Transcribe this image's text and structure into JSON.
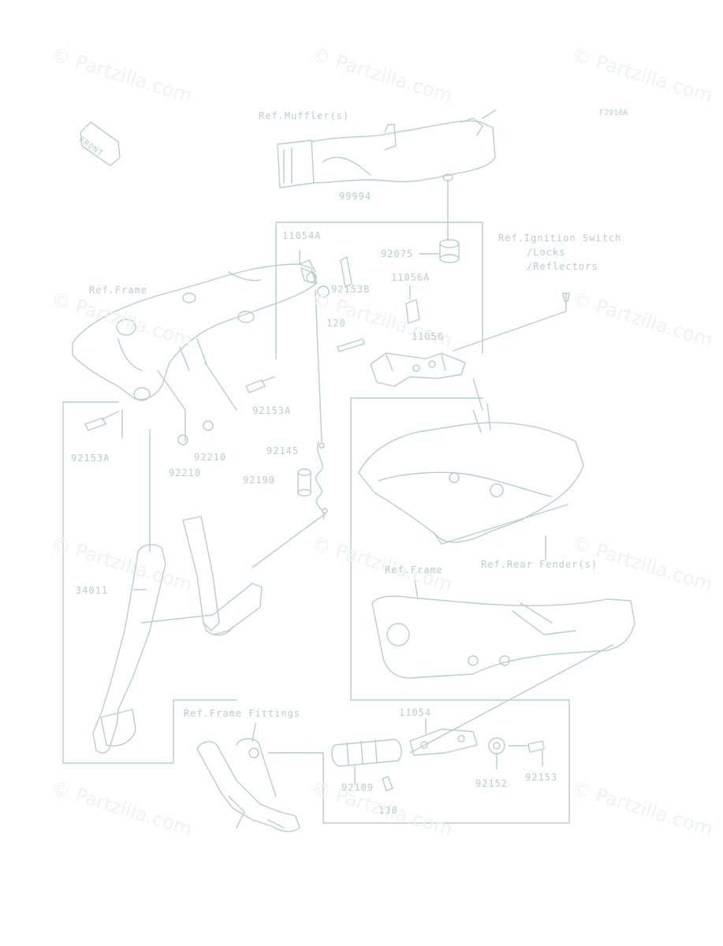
{
  "diagram_code": "F2910A",
  "watermark": "© Partzilla.com",
  "front_arrow": "FRONT",
  "labels": {
    "ref_muffler": "Ref.Muffler(s)",
    "p99994": "99994",
    "p11054A": "11054A",
    "p92075": "92075",
    "ref_ignition_1": "Ref.Ignition Switch",
    "ref_ignition_2": "/Locks",
    "ref_ignition_3": "/Reflectors",
    "ref_frame_top": "Ref.Frame",
    "p92153B": "92153B",
    "p11056A": "11056A",
    "p120": "120",
    "p11056": "11056",
    "p92153A_right": "92153A",
    "p92153A_left": "92153A",
    "p92210_a": "92210",
    "p92210_b": "92210",
    "p92145": "92145",
    "p92190": "92190",
    "p34011": "34011",
    "ref_frame_bottom": "Ref.Frame",
    "ref_rear_fender": "Ref.Rear Fender(s)",
    "ref_frame_fittings": "Ref.Frame Fittings",
    "p11054": "11054",
    "p92109": "92109",
    "p130": "130",
    "p92152": "92152",
    "p92153": "92153"
  },
  "colors": {
    "line": "#b9cfc4",
    "watermark": "#eef3f0"
  }
}
